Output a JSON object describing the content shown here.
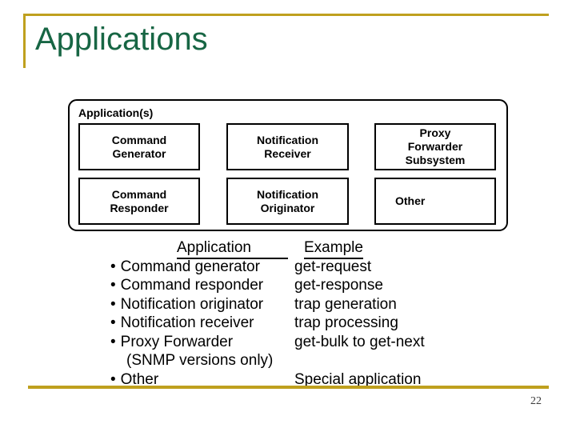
{
  "slide": {
    "title": "Applications",
    "page_number": "22",
    "accent_color": "#BFA01E",
    "title_color": "#176644"
  },
  "diagram": {
    "group_label": "Application(s)",
    "boxes": [
      {
        "id": "command-generator",
        "lines": [
          "Command",
          "Generator"
        ],
        "col": 1,
        "row": 1
      },
      {
        "id": "notification-receiver",
        "lines": [
          "Notification",
          "Receiver"
        ],
        "col": 2,
        "row": 1
      },
      {
        "id": "proxy-forwarder-subsystem",
        "lines": [
          "Proxy",
          "Forwarder",
          "Subsystem"
        ],
        "col": 3,
        "row": 1
      },
      {
        "id": "command-responder",
        "lines": [
          "Command",
          "Responder"
        ],
        "col": 1,
        "row": 2
      },
      {
        "id": "notification-originator",
        "lines": [
          "Notification",
          "Originator"
        ],
        "col": 2,
        "row": 2
      },
      {
        "id": "other",
        "lines": [
          "Other"
        ],
        "col": 3,
        "row": 2
      }
    ]
  },
  "list": {
    "headers": {
      "application": "Application",
      "example": "Example"
    },
    "bullet": "•",
    "rows": [
      {
        "application": "Command generator",
        "example": "get-request"
      },
      {
        "application": "Command responder",
        "example": "get-response"
      },
      {
        "application": "Notification originator",
        "example": "trap generation"
      },
      {
        "application": "Notification receiver",
        "example": "trap processing"
      },
      {
        "application": "Proxy Forwarder",
        "example": "get-bulk to get-next"
      },
      {
        "application": "(SNMP versions only)",
        "example": "",
        "continuation": true
      },
      {
        "application": "Other",
        "example": "Special application"
      }
    ]
  }
}
